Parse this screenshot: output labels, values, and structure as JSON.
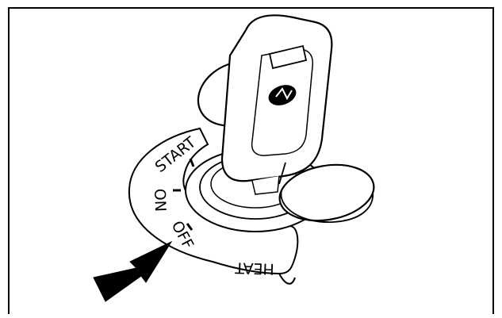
{
  "labels": {
    "start": "START",
    "on": "ON",
    "off": "OFF",
    "heat": "HEAT"
  },
  "colors": {
    "ink": "#000000",
    "paper": "#ffffff"
  },
  "icons": {
    "key": "key-icon",
    "cap": "dust-cap-icon",
    "arrow": "pointer-arrow-icon",
    "ring": "key-ring-icon"
  }
}
